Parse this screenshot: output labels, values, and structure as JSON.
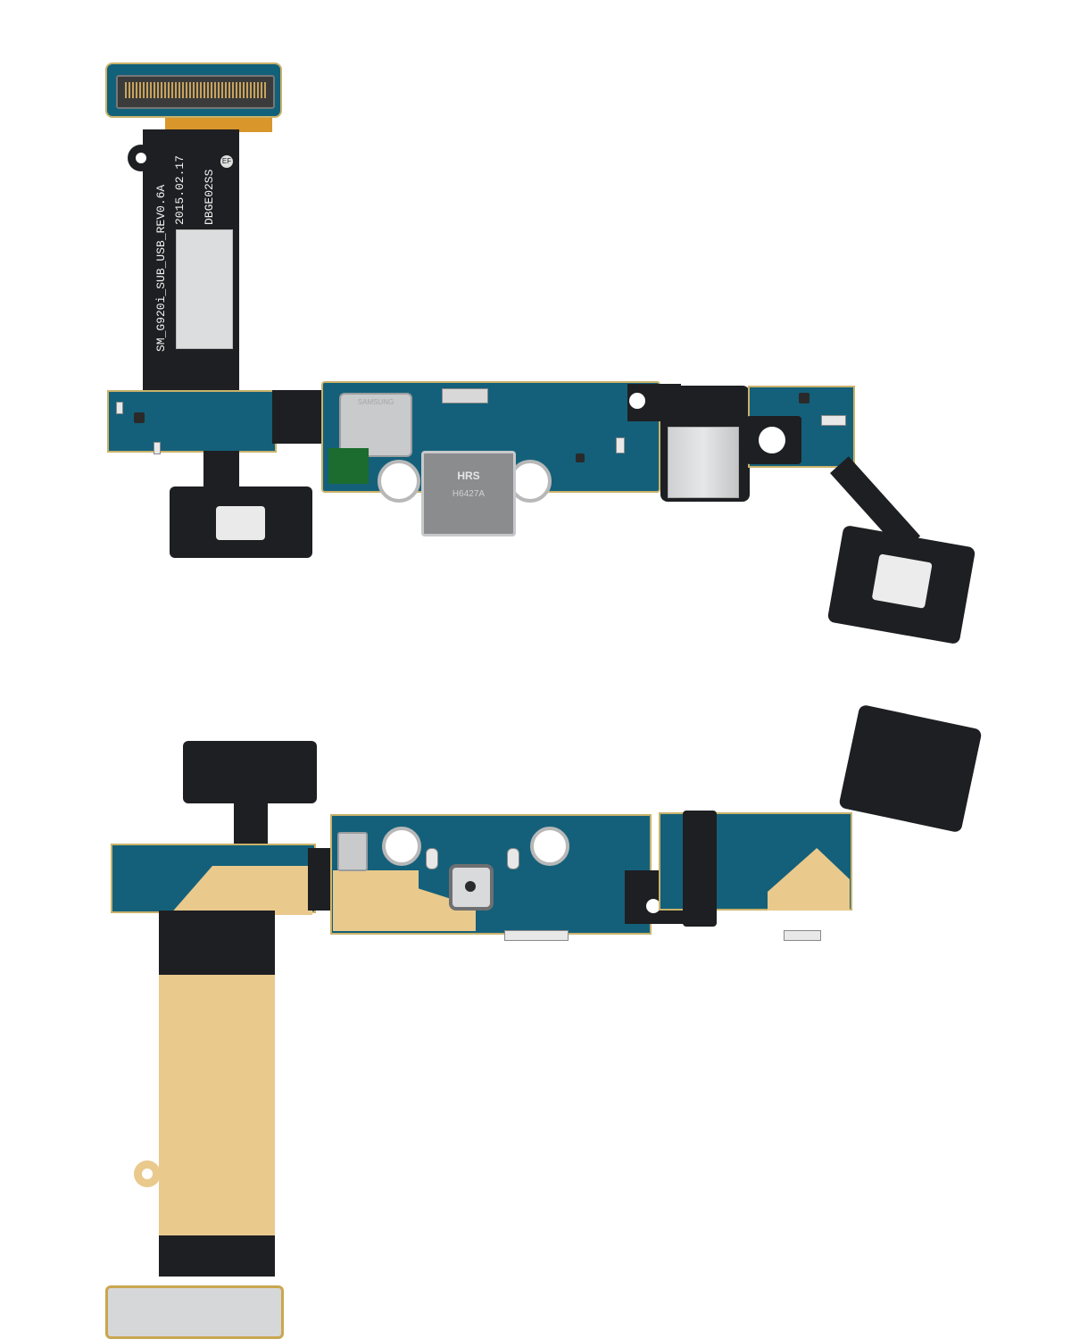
{
  "image": {
    "subject": "Charging port flex cable assembly - front and back views",
    "background": "#ffffff"
  },
  "colors": {
    "pcb_blue": "#14607a",
    "flex_black": "#1e1f22",
    "gold_stiffener": "#e9c98c",
    "steel": "#d6d7d9"
  },
  "flex_label": {
    "line1": "SM_G920i_SUB_USB_REV0.6A",
    "line2": "2015.02.17",
    "line3": "DBGE02SS",
    "badge": "EF"
  },
  "usb_port": {
    "brand": "HRS",
    "code": "H6427A"
  },
  "shield_marking": "SAMSUNG"
}
